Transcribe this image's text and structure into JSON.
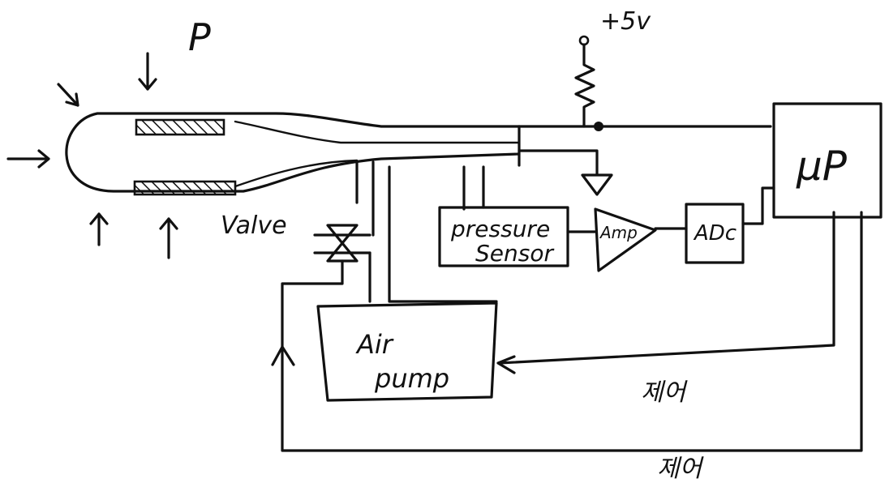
{
  "diagram": {
    "labels": {
      "pressure_symbol": "P",
      "supply": "+5v",
      "valve": "Valve",
      "pressure_sensor_line1": "pressure",
      "pressure_sensor_line2": "Sensor",
      "amp": "Amp",
      "adc": "ADc",
      "mcu": "μP",
      "air_pump_line1": "Air",
      "air_pump_line2": "pump",
      "control_upper": "제어",
      "control_lower": "제어"
    }
  }
}
